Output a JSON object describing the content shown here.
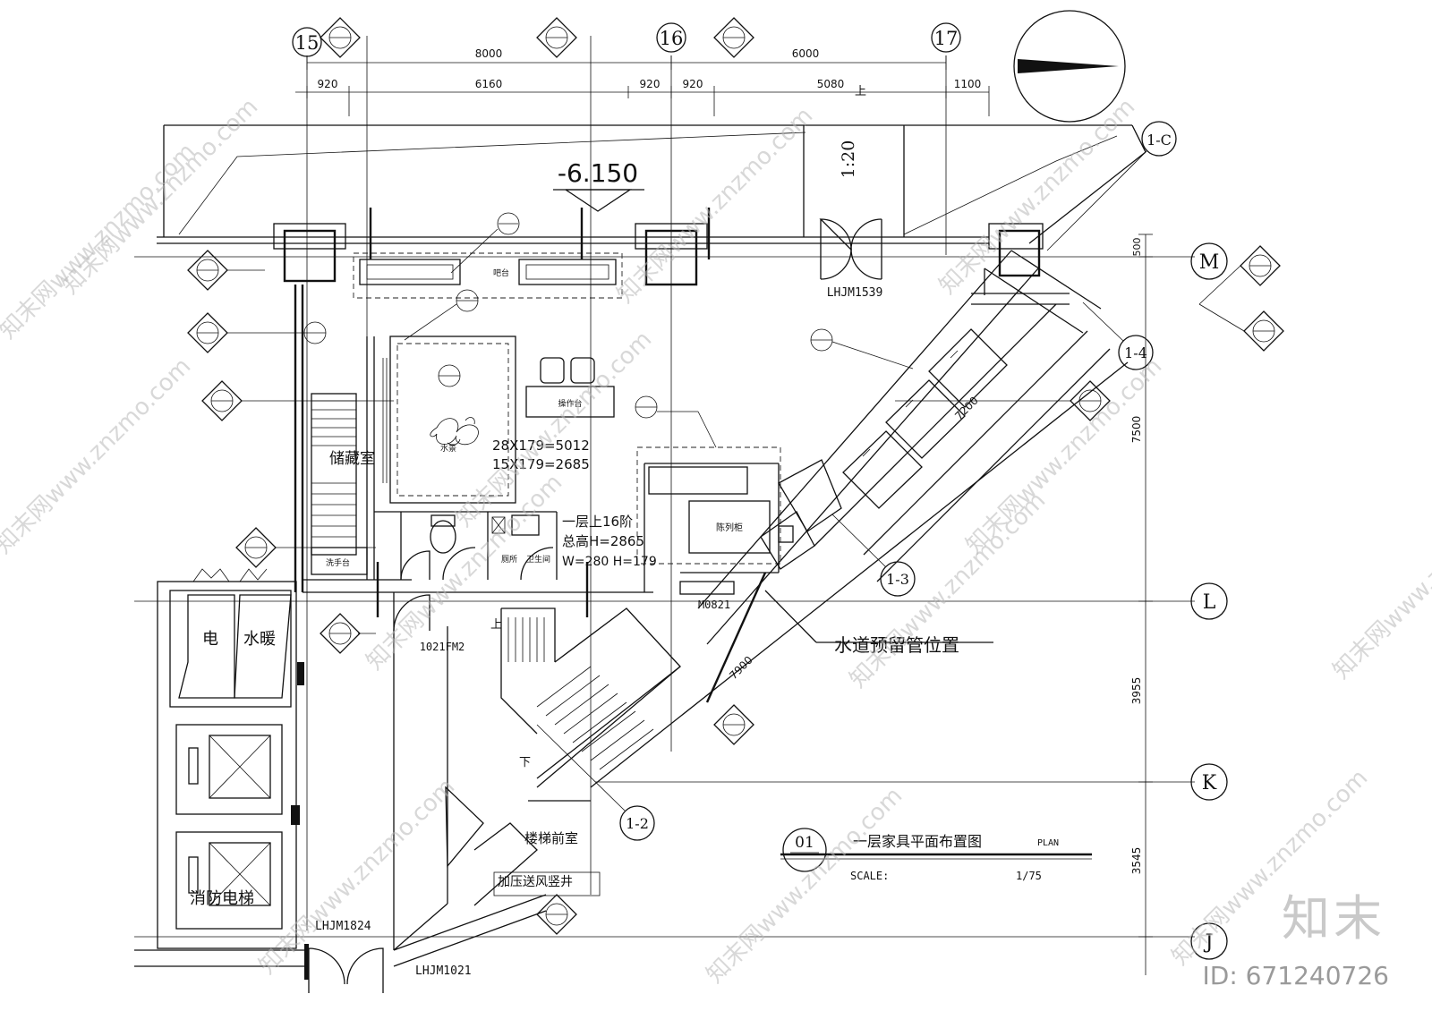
{
  "grid": {
    "columns": [
      {
        "label": "15"
      },
      {
        "label": "16"
      },
      {
        "label": "17"
      }
    ],
    "rows": [
      {
        "label": "M"
      },
      {
        "label": "L"
      },
      {
        "label": "K"
      },
      {
        "label": "J"
      }
    ],
    "diagonal": [
      {
        "label": "1-C"
      },
      {
        "label": "1-4"
      },
      {
        "label": "1-3"
      },
      {
        "label": "1-2"
      }
    ]
  },
  "dimensions": {
    "top_major": [
      "8000",
      "6000"
    ],
    "top_minor": [
      "920",
      "6160",
      "920",
      "920",
      "5080",
      "1100"
    ],
    "right": [
      "500",
      "7500",
      "3955",
      "3545"
    ],
    "diagonal": [
      "7200",
      "7900"
    ]
  },
  "level": "-6.150",
  "slope": "1:20",
  "labels": {
    "room_wc": "卫生间",
    "elec": "电",
    "water": "水暖",
    "fire_lift": "消防电梯",
    "stair_hall": "楼梯前室",
    "pressure": "加压送风竖井",
    "water_pipe": "水道预留管位置",
    "stair_note1": "一层上16阶",
    "stair_note2": "总高H=2865",
    "stair_note3": "W=280 H=179",
    "calc1": "28X179=5012",
    "calc2": "15X179=2685",
    "up": "上",
    "down": "下",
    "up2": "上",
    "bar": "吧台",
    "bar2": "操作台",
    "shelf": "陈列柜",
    "store": "储藏室",
    "wash": "洗手台",
    "toilet": "厕所",
    "water_feature": "水景"
  },
  "doors": {
    "d1": "LHJM1539",
    "d2": "M0821",
    "d3": "1021FM2",
    "d4": "LHJM1824",
    "d5": "LHJM1021"
  },
  "title_block": {
    "number": "01",
    "title": "一层家具平面布置图",
    "plan": "PLAN",
    "scale_label": "SCALE:",
    "scale_value": "1/75"
  },
  "watermark": {
    "text": "知末网www.znzmo.com",
    "brand": "知末",
    "id": "ID: 671240726"
  }
}
